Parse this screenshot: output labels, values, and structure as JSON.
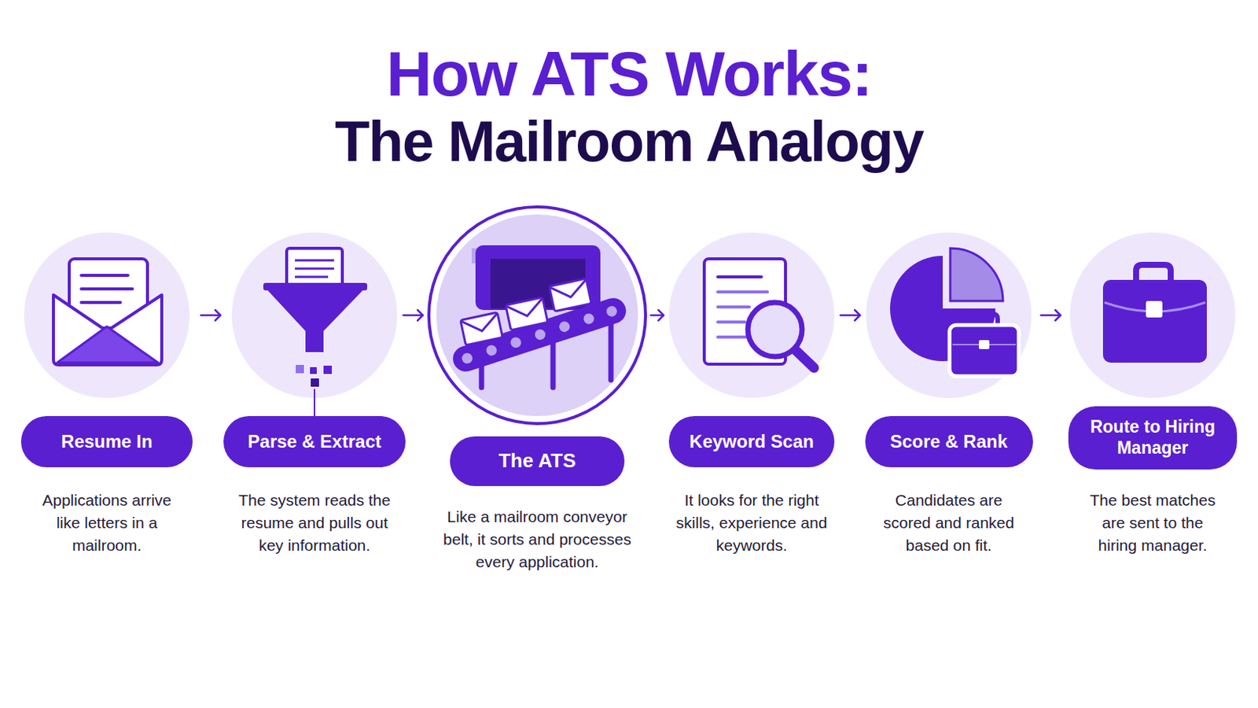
{
  "diagram": {
    "title": "How ATS Works:",
    "nodes": [
      {
        "text": [
          "Resume In",
          "Applications arrive like letters in a mailroom."
        ]
      },
      {
        "text": [
          "Parse & Extract",
          "The system reads the resume and pulls out key information."
        ]
      },
      {
        "text": [
          "The ATS",
          "Like a mailroom conveyor belt, it sorts and processes every application."
        ]
      },
      {
        "text": [
          "Keyword Scan",
          "It looks for the right skills, experience and keywords."
        ]
      },
      {
        "text": [
          "Score & Rank",
          "Candidates are scored and ranked based on fit."
        ]
      },
      {
        "text": [
          "Route to Hiring Manager",
          "The best matches are sent to the hiring manager."
        ]
      }
    ],
    "edges": [
      {
        "from": 0,
        "to": 1,
        "arrow": "to"
      },
      {
        "from": 1,
        "to": 2,
        "arrow": "to"
      },
      {
        "from": 2,
        "to": 3,
        "arrow": "to"
      },
      {
        "from": 3,
        "to": 4,
        "arrow": "to"
      },
      {
        "from": 4,
        "to": 5,
        "arrow": "to"
      }
    ],
    "labels": [
      "The Mailroom Analogy"
    ]
  }
}
